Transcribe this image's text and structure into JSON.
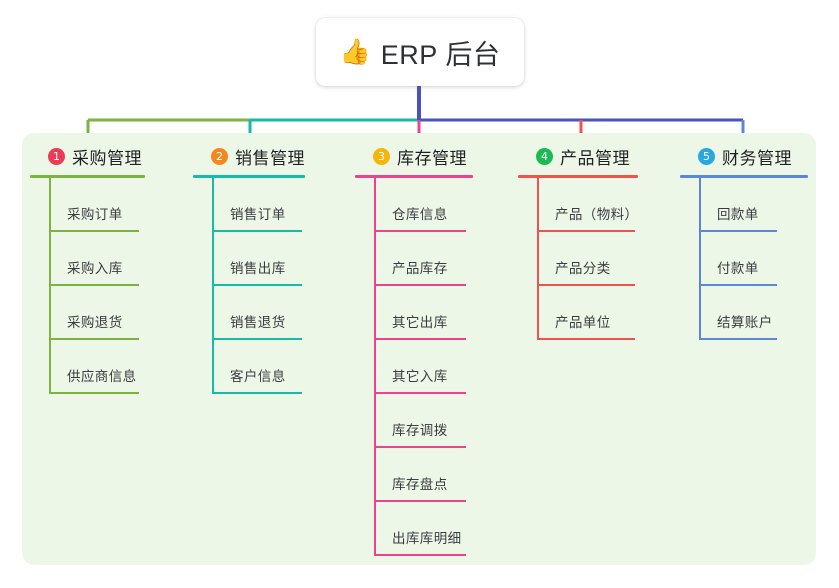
{
  "root": {
    "icon": "thumbs-up-icon",
    "icon_glyph": "👍",
    "title": "ERP 后台"
  },
  "panel": {
    "background_color": "#edf7e8"
  },
  "stem_color": "#4a52c0",
  "columns": [
    {
      "index": "1",
      "badge_number": "❶",
      "badge_text": "1",
      "badge_color": "#ec3b57",
      "line_color": "#7cb342",
      "title": "采购管理",
      "items": [
        "采购订单",
        "采购入库",
        "采购退货",
        "供应商信息"
      ]
    },
    {
      "index": "2",
      "badge_number": "❷",
      "badge_text": "2",
      "badge_color": "#f5871f",
      "line_color": "#18b9a5",
      "title": "销售管理",
      "items": [
        "销售订单",
        "销售出库",
        "销售退货",
        "客户信息"
      ]
    },
    {
      "index": "3",
      "badge_number": "❸",
      "badge_text": "3",
      "badge_color": "#f5b50a",
      "line_color": "#e8458e",
      "title": "库存管理",
      "items": [
        "仓库信息",
        "产品库存",
        "其它出库",
        "其它入库",
        "库存调拨",
        "库存盘点",
        "出库库明细"
      ]
    },
    {
      "index": "4",
      "badge_number": "❹",
      "badge_text": "4",
      "badge_color": "#1db954",
      "line_color": "#ef5350",
      "title": "产品管理",
      "items": [
        "产品（物料）",
        "产品分类",
        "产品单位"
      ]
    },
    {
      "index": "5",
      "badge_number": "❺",
      "badge_text": "5",
      "badge_color": "#29a8e0",
      "line_color": "#5b87d6",
      "title": "财务管理",
      "items": [
        "回款单",
        "付款单",
        "结算账户"
      ]
    }
  ]
}
